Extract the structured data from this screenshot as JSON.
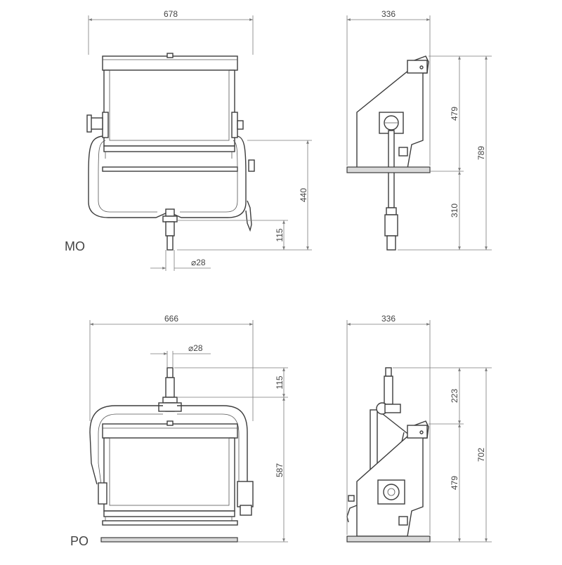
{
  "views": {
    "mo": {
      "label": "MO",
      "front": {
        "width": "678",
        "height_to_yoke": "440",
        "spigot_length": "115",
        "spigot_diameter": "⌀28"
      },
      "side": {
        "depth": "336",
        "head_height": "479",
        "stand_height": "310",
        "total_height": "789"
      }
    },
    "po": {
      "label": "PO",
      "front": {
        "width": "666",
        "spigot_diameter": "⌀28",
        "spigot_length": "115",
        "height": "587"
      },
      "side": {
        "depth": "336",
        "yoke_height": "223",
        "head_height": "479",
        "total_height": "702"
      }
    }
  }
}
